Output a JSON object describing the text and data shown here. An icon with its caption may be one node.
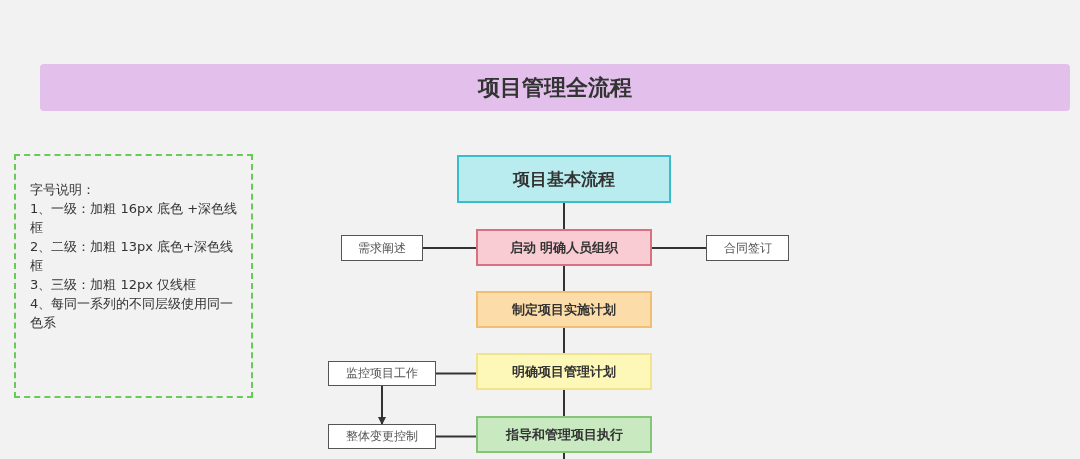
{
  "diagram": {
    "title": "项目管理全流程",
    "nodes": [
      {
        "text": [
          "字号说明：",
          "1、一级：加粗 16px 底色 +深色线框",
          "2、二级：加粗 13px 底色+深色线框",
          "3、三级：加粗 12px 仅线框",
          "4、每同一系列的不同层级使用同一色系"
        ]
      },
      {
        "text": [
          "项目基本流程"
        ]
      },
      {
        "text": [
          "启动 明确人员组织"
        ]
      },
      {
        "text": [
          "需求阐述"
        ]
      },
      {
        "text": [
          "合同签订"
        ]
      },
      {
        "text": [
          "制定项目实施计划"
        ]
      },
      {
        "text": [
          "明确项目管理计划"
        ]
      },
      {
        "text": [
          "监控项目工作"
        ]
      },
      {
        "text": [
          "整体变更控制"
        ]
      },
      {
        "text": [
          "指导和管理项目执行"
        ]
      }
    ],
    "edges": [
      {
        "from": 1,
        "to": 2,
        "arrow": "none"
      },
      {
        "from": 3,
        "to": 2,
        "arrow": "none"
      },
      {
        "from": 2,
        "to": 4,
        "arrow": "none"
      },
      {
        "from": 2,
        "to": 5,
        "arrow": "none"
      },
      {
        "from": 5,
        "to": 6,
        "arrow": "none"
      },
      {
        "from": 7,
        "to": 6,
        "arrow": "none"
      },
      {
        "from": 7,
        "to": 8,
        "arrow": "to"
      },
      {
        "from": 8,
        "to": 9,
        "arrow": "none"
      },
      {
        "from": 6,
        "to": 9,
        "arrow": "none"
      },
      {
        "from": 9,
        "to": null,
        "arrow": "none"
      }
    ]
  }
}
